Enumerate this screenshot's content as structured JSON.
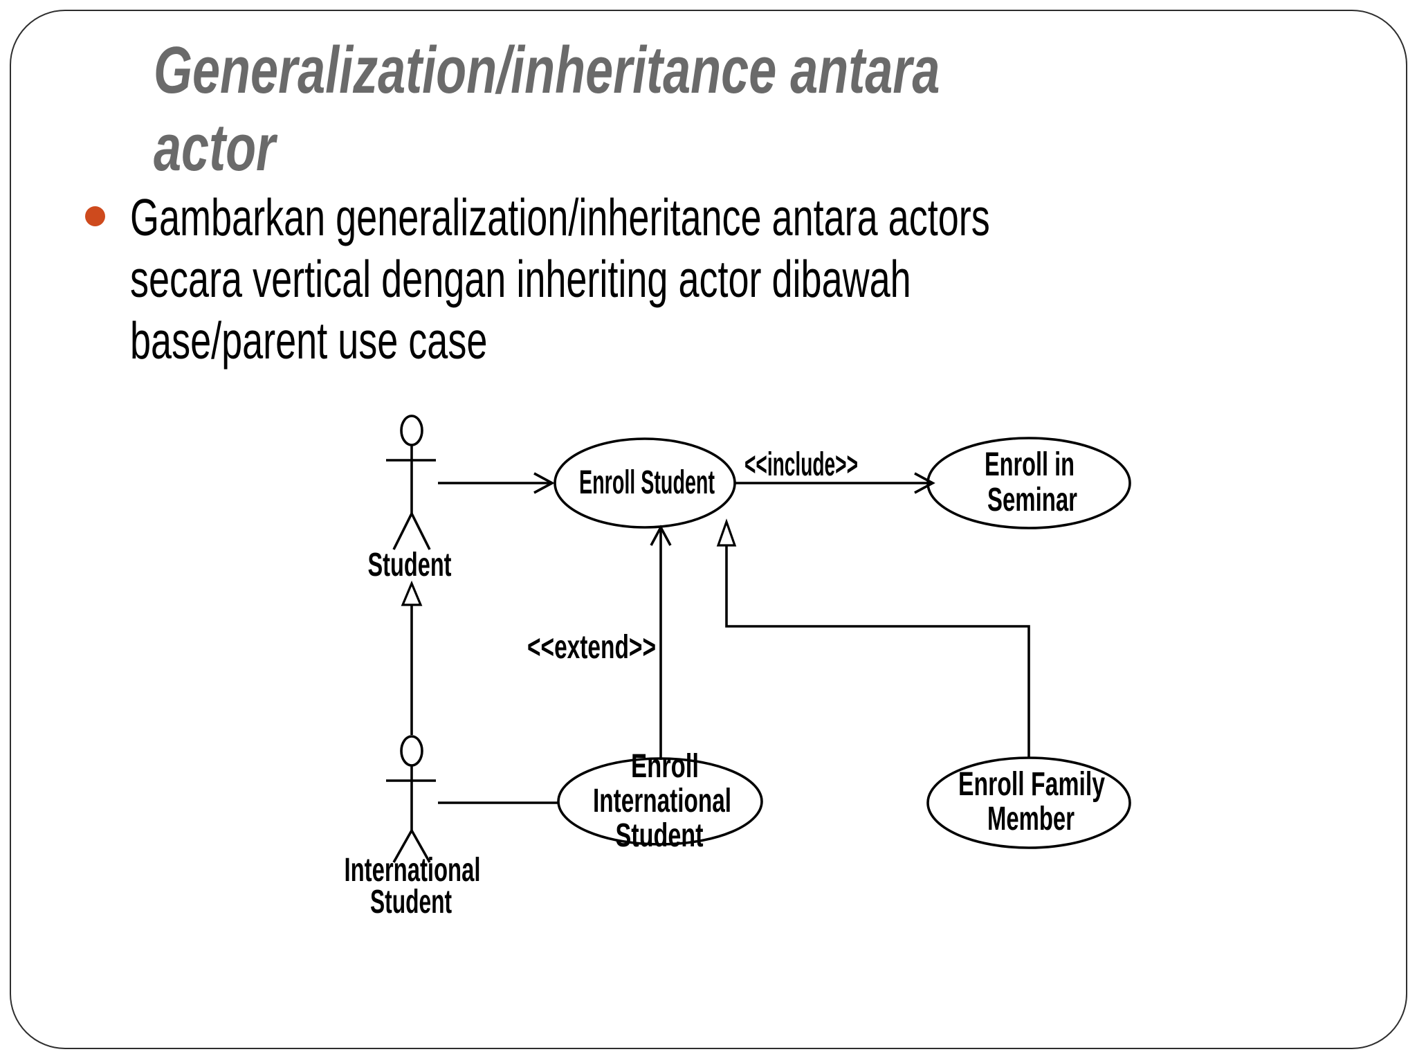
{
  "slide": {
    "background": "#ffffff",
    "border_color": "#2e2e2e",
    "title": {
      "text": "Generalization/inheritance antara actor",
      "lines": [
        "Generalization/inheritance antara",
        "actor"
      ],
      "color": "#6a6a6a"
    },
    "bullets": [
      {
        "marker_color": "#ce4a1d",
        "text": "Gambarkan generalization/inheritance antara actors secara vertical dengan inheriting actor dibawah base/parent use case",
        "lines": [
          "Gambarkan generalization/inheritance antara actors",
          "secara vertical dengan inheriting actor dibawah",
          "base/parent use case"
        ]
      }
    ]
  },
  "diagram": {
    "type": "uml-use-case-diagram",
    "actors": [
      {
        "id": "student",
        "label_lines": [
          "Student"
        ]
      },
      {
        "id": "international-student",
        "label_lines": [
          "International",
          "Student"
        ]
      }
    ],
    "use_cases": [
      {
        "id": "enroll-student",
        "label_lines": [
          "Enroll Student"
        ]
      },
      {
        "id": "enroll-in-seminar",
        "label_lines": [
          "Enroll in",
          "Seminar"
        ]
      },
      {
        "id": "enroll-international-student",
        "label_lines": [
          "Enroll",
          "International",
          "Student"
        ]
      },
      {
        "id": "enroll-family-member",
        "label_lines": [
          "Enroll Family",
          "Member"
        ]
      }
    ],
    "stereotype_labels": {
      "include": "<<include>>",
      "extend": "<<extend>>"
    },
    "relationships": [
      {
        "from": "Student",
        "to": "Enroll Student",
        "kind": "association"
      },
      {
        "from": "Enroll Student",
        "to": "Enroll in Seminar",
        "kind": "include"
      },
      {
        "from": "Enroll International Student",
        "to": "Enroll Student",
        "kind": "extend"
      },
      {
        "from": "Enroll Family Member",
        "to": "Enroll Student",
        "kind": "generalization"
      },
      {
        "from": "International Student",
        "to": "Student",
        "kind": "generalization"
      },
      {
        "from": "International Student",
        "to": "Enroll International Student",
        "kind": "association"
      }
    ]
  }
}
